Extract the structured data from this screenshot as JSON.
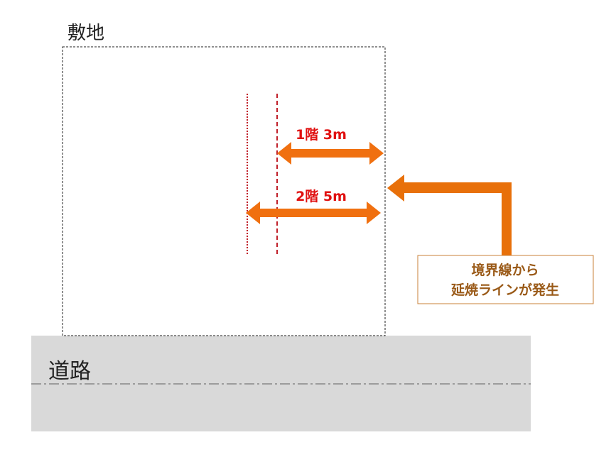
{
  "site": {
    "label": "敷地"
  },
  "road": {
    "label": "道路"
  },
  "setback_1f": {
    "label": "1階 3m"
  },
  "setback_2f": {
    "label": "2階 5m"
  },
  "callout": {
    "line1": "境界線から",
    "line2": "延焼ラインが発生"
  },
  "colors": {
    "arrow": "#f07010",
    "elbow_arrow": "#e8700a",
    "label_red": "#e01010",
    "line_red": "#c0202a",
    "road_fill": "#d9d9d9",
    "callout_text": "#9a5a18",
    "callout_border": "#c8803a"
  }
}
